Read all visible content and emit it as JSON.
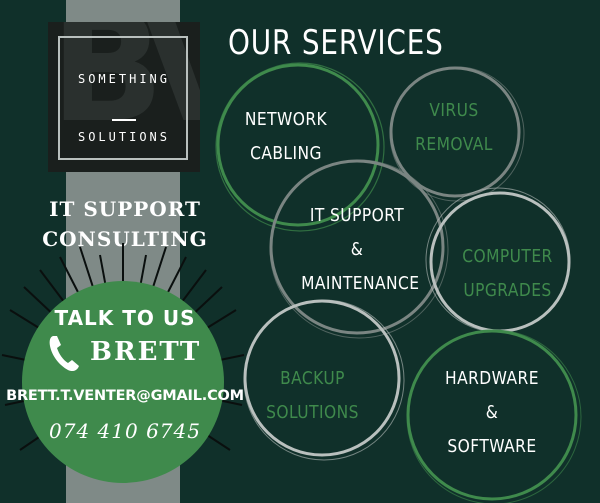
{
  "logo": {
    "line1": "SOMETHING",
    "line2": "SOLUTIONS",
    "monogram": "BV"
  },
  "left": {
    "title_line1": "IT SUPPORT",
    "title_line2": "CONSULTING"
  },
  "contact": {
    "heading": "TALK TO US",
    "name": "BRETT",
    "phone_icon": "phone-icon",
    "email": "BRETT.T.VENTER@GMAIL.COM",
    "phone": "074 410 6745"
  },
  "services": {
    "title": "OUR SERVICES",
    "items": [
      {
        "lines": [
          "NETWORK",
          "CABLING"
        ]
      },
      {
        "lines": [
          "VIRUS",
          "REMOVAL"
        ]
      },
      {
        "lines": [
          "IT SUPPORT",
          "&",
          "MAINTENANCE"
        ]
      },
      {
        "lines": [
          "COMPUTER",
          "UPGRADES"
        ]
      },
      {
        "lines": [
          "BACKUP",
          "SOLUTIONS"
        ]
      },
      {
        "lines": [
          "HARDWARE",
          "&",
          "SOFTWARE"
        ]
      }
    ]
  },
  "colors": {
    "background": "#10302a",
    "accent_green": "#3f8a4c",
    "stripe_grey": "#7f8a87",
    "text_white": "#ffffff"
  }
}
